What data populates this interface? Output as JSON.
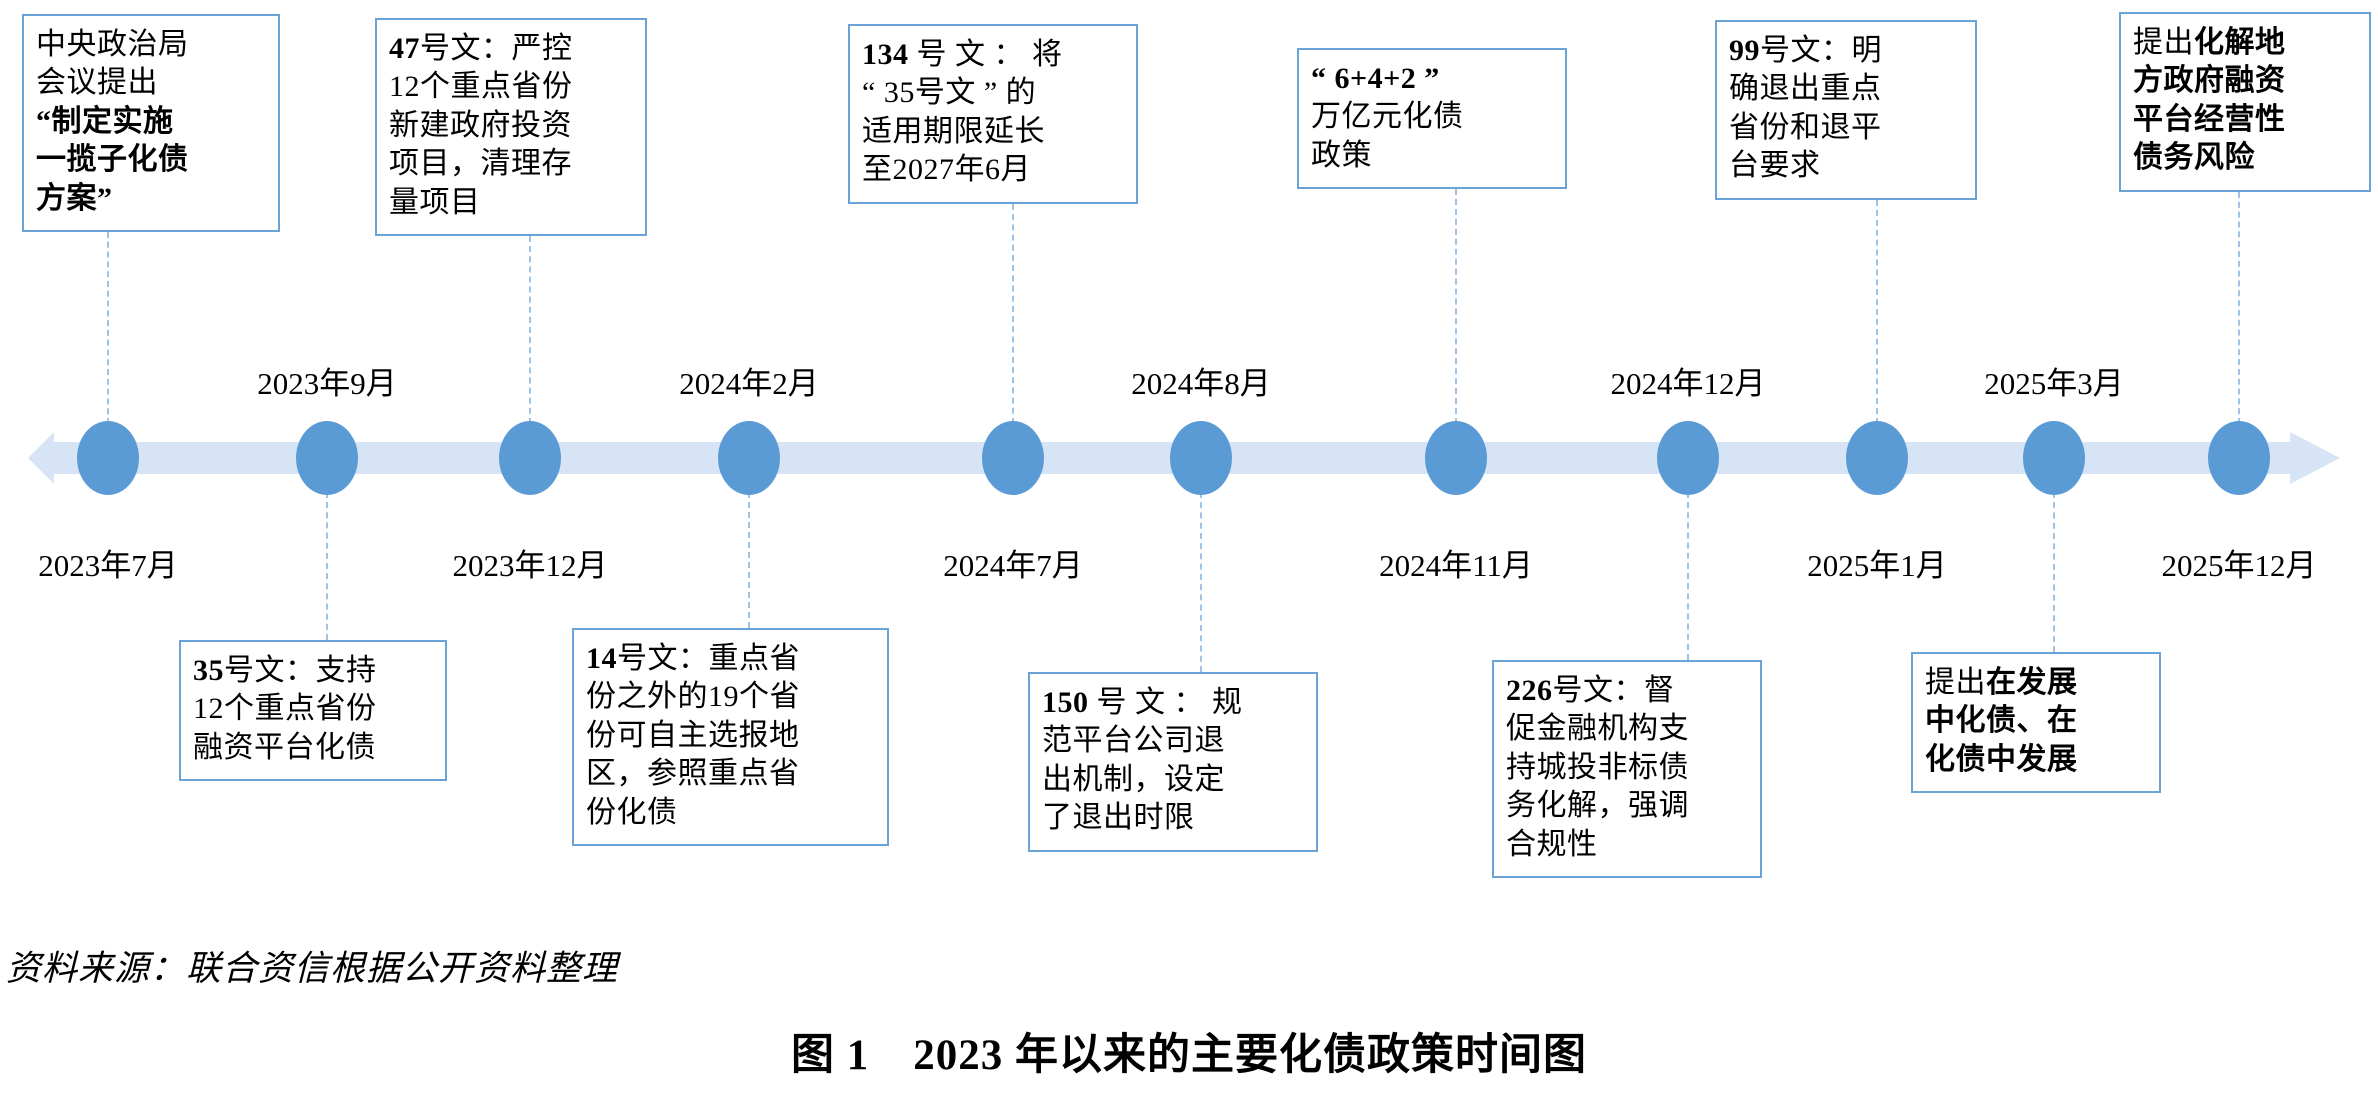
{
  "chart_data": {
    "type": "timeline",
    "title": "图 1　2023 年以来的主要化债政策时间图",
    "source": "资料来源：联合资信根据公开资料整理",
    "axis_direction": "left-to-right",
    "accent_color": "#5b9bd5",
    "band_color": "#d6e4f5",
    "box_border_color": "#6ba3d6",
    "connector_color": "#9dc3e6",
    "milestones": [
      {
        "index": 0,
        "date": "2023年7月",
        "date_position": "below",
        "callout_position": "above",
        "text": "中央政治局会议提出“制定实施一揽子化债方案”",
        "html": "中央政治局<br>会议提出<br><b>“制定实施</b><br><b>一揽子化债</b><br><b>方案”</b>"
      },
      {
        "index": 1,
        "date": "2023年9月",
        "date_position": "above",
        "callout_position": "below",
        "text": "35号文：支持12个重点省份融资平台化债",
        "html": "<b>35</b>号文：支持<br>12个重点省份<br>融资平台化债"
      },
      {
        "index": 2,
        "date": "2023年12月",
        "date_position": "below",
        "callout_position": "above",
        "text": "47号文：严控12个重点省份新建政府投资项目，清理存量项目",
        "html": "<b>47</b>号文：严控<br>12个重点省份<br>新建政府投资<br>项目，清理存<br>量项目"
      },
      {
        "index": 3,
        "date": "2024年2月",
        "date_position": "above",
        "callout_position": "below",
        "text": "14号文：重点省份之外的19个省份可自主选报地区，参照重点省份化债",
        "html": "<b>14</b>号文：重点省<br>份之外的19个省<br>份可自主选报地<br>区，参照重点省<br>份化债"
      },
      {
        "index": 4,
        "date": "2024年7月",
        "date_position": "below",
        "callout_position": "above",
        "text": "134号文：将“35号文”的适用期限延长至2027年6月",
        "html": "<b>134</b> 号 文 ： 将<br>“ 35号文 ” 的<br>适用期限延长<br>至2027年6月"
      },
      {
        "index": 5,
        "date": "2024年8月",
        "date_position": "above",
        "callout_position": "below",
        "text": "150号文：规范平台公司退出机制，设定了退出时限",
        "html": "<b>150</b> 号 文 ： 规<br>范平台公司退<br>出机制，设定<br>了退出时限"
      },
      {
        "index": 6,
        "date": "2024年11月",
        "date_position": "below",
        "callout_position": "above",
        "text": "“6+4+2”万亿元化债政策",
        "html": "<b>“ 6+4+2 ”</b><br>万亿元化债<br>政策"
      },
      {
        "index": 7,
        "date": "2024年12月",
        "date_position": "above",
        "callout_position": "below",
        "text": "226号文：督促金融机构支持城投非标债务化解，强调合规性",
        "html": "<b>226</b>号文：督<br>促金融机构支<br>持城投非标债<br>务化解，强调<br>合规性"
      },
      {
        "index": 8,
        "date": "2025年1月",
        "date_position": "below",
        "callout_position": "above",
        "text": "99号文：明确退出重点省份和退平台要求",
        "html": "<b>99</b>号文：明<br>确退出重点<br>省份和退平<br>台要求"
      },
      {
        "index": 9,
        "date": "2025年3月",
        "date_position": "above",
        "callout_position": "below",
        "text": "提出在发展中化债、在化债中发展",
        "html": "提出<b>在发展</b><br><b>中化债、在</b><br><b>化债中发展</b>"
      },
      {
        "index": 10,
        "date": "2025年12月",
        "date_position": "below",
        "callout_position": "above",
        "text": "提出化解地方政府融资平台经营性债务风险",
        "html": "提出<b>化解地</b><br><b>方政府融资</b><br><b>平台经营性</b><br><b>债务风险</b>"
      }
    ]
  }
}
